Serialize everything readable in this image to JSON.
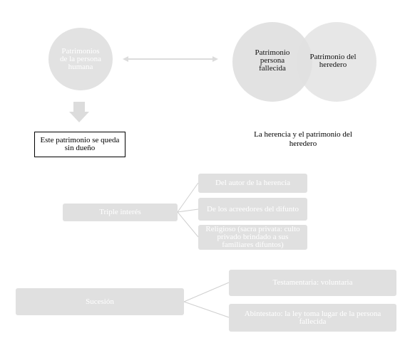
{
  "top_left": {
    "circle_label": "Patrimonios de la persona humana",
    "box_label": "Este patrimonio se queda sin dueño"
  },
  "top_right": {
    "circle_left_label": "Patrimonio persona fallecida",
    "circle_right_label": "Patrimonio del heredero",
    "caption": "La herencia y el patrimonio del heredero"
  },
  "triple": {
    "root_label": "Triple interés",
    "branches": [
      "Del autor de la herencia",
      "De los acreedores del difunto",
      "Religioso (sacra privata: culto privado brindado a sus familiares difuntos)"
    ]
  },
  "sucesion": {
    "root_label": "Sucesión",
    "branches": [
      "Testamentaria: voluntaria",
      "Abintestato: la ley toma lugar de la persona fallecida"
    ]
  },
  "colors": {
    "node_fill": "#e0e0e0",
    "connector": "#cfcfcf",
    "arrow": "#dcdcdc"
  }
}
